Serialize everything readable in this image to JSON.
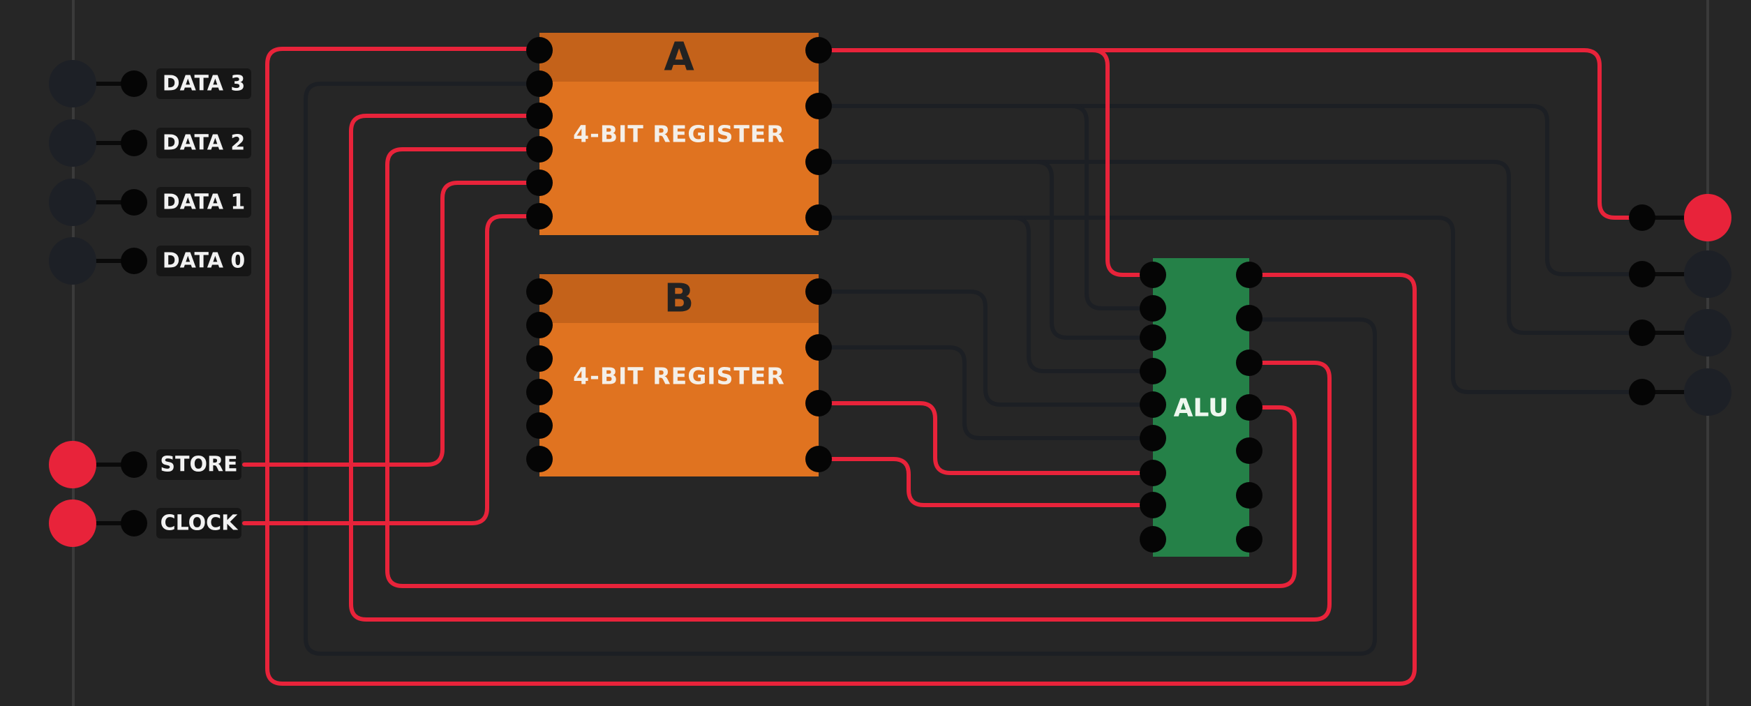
{
  "colors": {
    "background": "#262626",
    "wire_on": "#e8233a",
    "wire_off": "#1c1f24",
    "register": "#e07320",
    "register_header": "#c4621a",
    "alu": "#258148",
    "pin": "#050505",
    "led_on": "#e8233a",
    "led_off": "#1d2026",
    "label_bg": "#161616"
  },
  "inputs": [
    {
      "label": "DATA 3",
      "state": "off"
    },
    {
      "label": "DATA 2",
      "state": "off"
    },
    {
      "label": "DATA 1",
      "state": "off"
    },
    {
      "label": "DATA 0",
      "state": "off"
    },
    {
      "label": "STORE",
      "state": "on"
    },
    {
      "label": "CLOCK",
      "state": "on"
    }
  ],
  "register_a": {
    "title": "A",
    "subtitle": "4-BIT REGISTER"
  },
  "register_b": {
    "title": "B",
    "subtitle": "4-BIT REGISTER"
  },
  "alu": {
    "label": "ALU"
  },
  "outputs": [
    {
      "state": "on"
    },
    {
      "state": "off"
    },
    {
      "state": "off"
    },
    {
      "state": "off"
    }
  ]
}
